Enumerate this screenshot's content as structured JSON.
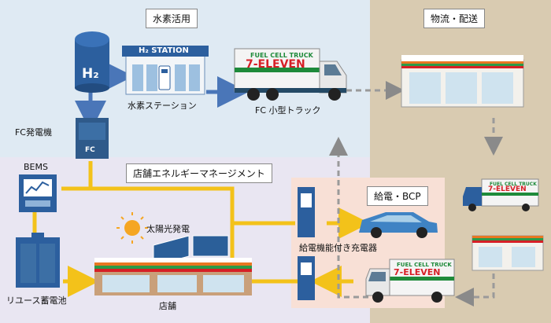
{
  "sections": {
    "hydrogen_use": "水素活用",
    "logistics": "物流・配送",
    "store_energy": "店舗エネルギーマネージメント",
    "power_supply": "給電・BCP"
  },
  "labels": {
    "h2_tank": "H₂",
    "h2_station_sign": "H₂ STATION",
    "hydrogen_station": "水素ステーション",
    "fc_truck": "FC 小型トラック",
    "fc_generator": "FC発電機",
    "fc_box": "FC",
    "bems": "BEMS",
    "solar": "太陽光発電",
    "reuse_battery": "リユース蓄電池",
    "store": "店舗",
    "charger": "給電機能付き充電器"
  },
  "truck_text": {
    "line1": "FUEL CELL TRUCK",
    "line2": "7-ELEVEN"
  }
}
